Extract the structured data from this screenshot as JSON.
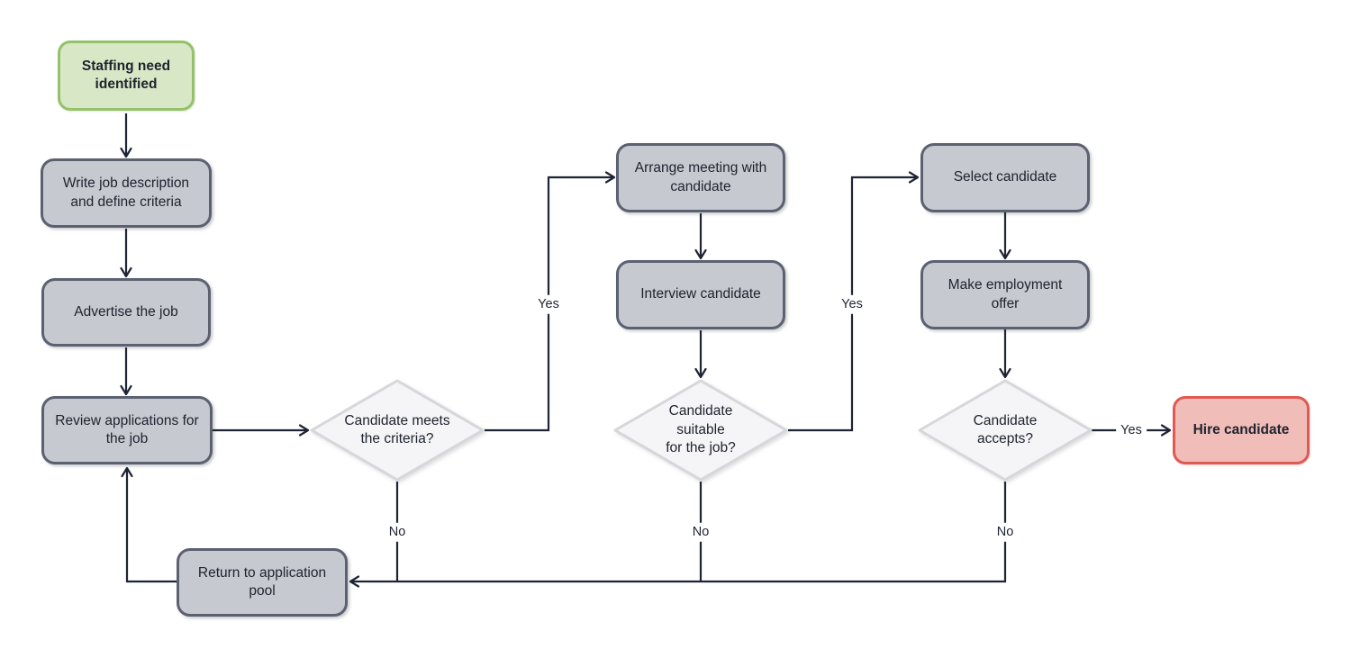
{
  "diagram": {
    "type": "flowchart",
    "subject": "recruitment-hiring-process",
    "colors": {
      "background": "#ffffff",
      "connector": "#1e2433",
      "process_fill": "#c7c9d1",
      "process_border": "#5b6170",
      "start_fill": "#d8e7c5",
      "start_border": "#94c169",
      "end_fill": "#f0bdb8",
      "end_border": "#de5a52",
      "decision_fill": "#f5f5f7",
      "decision_border": "#d7d7db",
      "text": "#20242f"
    },
    "nodes": [
      {
        "id": "staffing-need",
        "type": "start",
        "label": "Staffing need\nidentified"
      },
      {
        "id": "write-job-description",
        "type": "process",
        "label": "Write job description\nand define criteria"
      },
      {
        "id": "advertise-job",
        "type": "process",
        "label": "Advertise the job"
      },
      {
        "id": "review-applications",
        "type": "process",
        "label": "Review applications for\nthe job"
      },
      {
        "id": "candidate-meets-criteria",
        "type": "decision",
        "label": "Candidate meets\nthe criteria?"
      },
      {
        "id": "arrange-meeting",
        "type": "process",
        "label": "Arrange meeting with\ncandidate"
      },
      {
        "id": "interview-candidate",
        "type": "process",
        "label": "Interview candidate"
      },
      {
        "id": "candidate-suitable",
        "type": "decision",
        "label": "Candidate\nsuitable\nfor the job?"
      },
      {
        "id": "select-candidate",
        "type": "process",
        "label": "Select candidate"
      },
      {
        "id": "make-employment-offer",
        "type": "process",
        "label": "Make employment\noffer"
      },
      {
        "id": "candidate-accepts",
        "type": "decision",
        "label": "Candidate\naccepts?"
      },
      {
        "id": "hire-candidate",
        "type": "end",
        "label": "Hire candidate"
      },
      {
        "id": "return-to-pool",
        "type": "process",
        "label": "Return to application\npool"
      }
    ],
    "edges": [
      {
        "from": "staffing-need",
        "to": "write-job-description",
        "label": ""
      },
      {
        "from": "write-job-description",
        "to": "advertise-job",
        "label": ""
      },
      {
        "from": "advertise-job",
        "to": "review-applications",
        "label": ""
      },
      {
        "from": "review-applications",
        "to": "candidate-meets-criteria",
        "label": ""
      },
      {
        "from": "candidate-meets-criteria",
        "to": "arrange-meeting",
        "label": "Yes"
      },
      {
        "from": "arrange-meeting",
        "to": "interview-candidate",
        "label": ""
      },
      {
        "from": "interview-candidate",
        "to": "candidate-suitable",
        "label": ""
      },
      {
        "from": "candidate-suitable",
        "to": "select-candidate",
        "label": "Yes"
      },
      {
        "from": "select-candidate",
        "to": "make-employment-offer",
        "label": ""
      },
      {
        "from": "make-employment-offer",
        "to": "candidate-accepts",
        "label": ""
      },
      {
        "from": "candidate-accepts",
        "to": "hire-candidate",
        "label": "Yes"
      },
      {
        "from": "candidate-meets-criteria",
        "to": "return-to-pool",
        "label": "No"
      },
      {
        "from": "candidate-suitable",
        "to": "return-to-pool",
        "label": "No"
      },
      {
        "from": "candidate-accepts",
        "to": "return-to-pool",
        "label": "No"
      },
      {
        "from": "return-to-pool",
        "to": "review-applications",
        "label": ""
      }
    ]
  }
}
